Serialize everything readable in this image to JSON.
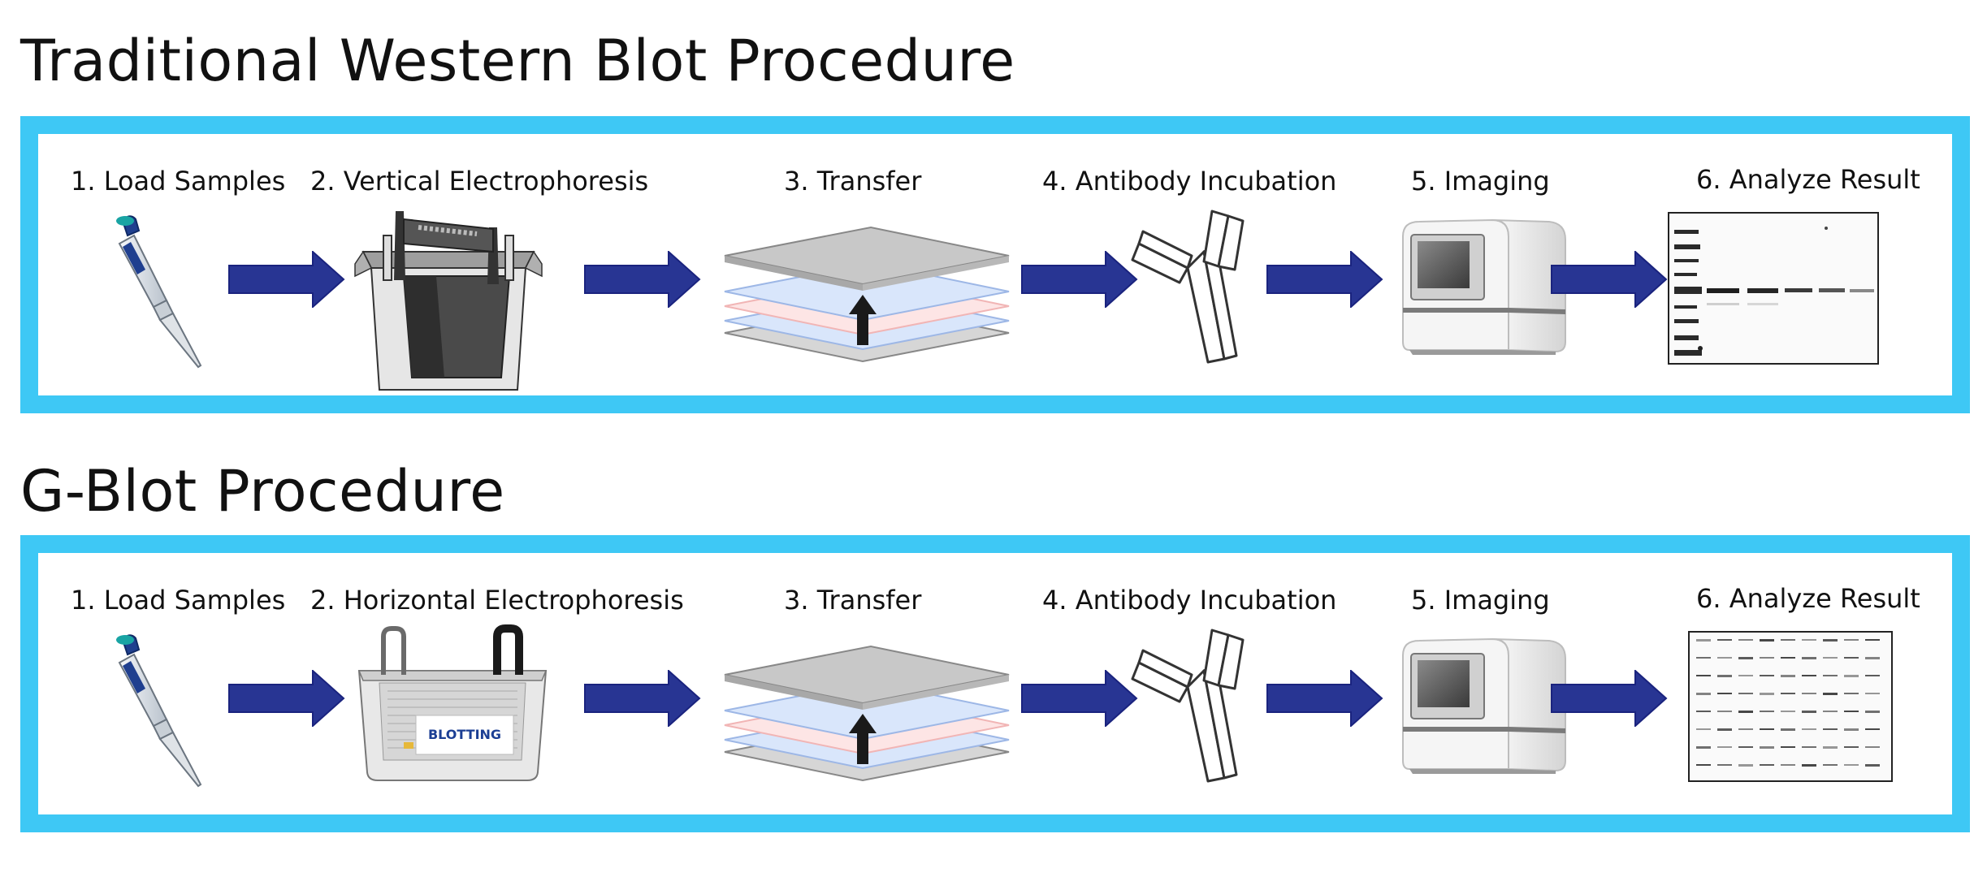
{
  "sections": [
    {
      "title": "Traditional Western Blot Procedure",
      "steps": [
        "1. Load Samples",
        "2. Vertical Electrophoresis",
        "3. Transfer",
        "4. Antibody Incubation",
        "5. Imaging",
        "6. Analyze Result"
      ]
    },
    {
      "title": "G-Blot Procedure",
      "steps": [
        "1. Load Samples",
        "2. Horizontal Electrophoresis",
        "3. Transfer",
        "4. Antibody Incubation",
        "5. Imaging",
        "6. Analyze Result"
      ],
      "tank_brand": "BLOTTING"
    }
  ],
  "colors": {
    "panel_border": "#3ec8f5",
    "arrow": "#283593"
  },
  "icons": [
    "pipette-icon",
    "electrophoresis-tank-icon",
    "transfer-stack-icon",
    "antibody-icon",
    "imager-icon",
    "blot-result-icon",
    "right-arrow-icon"
  ]
}
